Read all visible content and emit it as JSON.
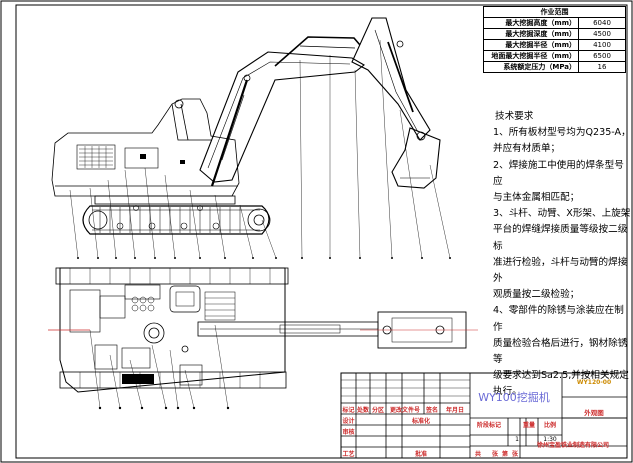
{
  "spec_table": {
    "title": "作业范围",
    "rows": [
      {
        "name": "最大挖掘高度（mm）",
        "value": "6040"
      },
      {
        "name": "最大挖掘深度（mm）",
        "value": "4500"
      },
      {
        "name": "最大挖掘半径（mm）",
        "value": "4100"
      },
      {
        "name": "地面最大挖掘半径（mm）",
        "value": "6500"
      },
      {
        "name": "系统额定压力（MPa）",
        "value": "16"
      }
    ]
  },
  "technical_requirements": {
    "title": "技术要求",
    "lines": [
      "1、所有板材型号均为Q235-A，",
      "并应有材质单；",
      "2、焊接施工中使用的焊条型号应",
      "与主体金属相匹配；",
      "3、斗杆、动臂、X形架、上旋架",
      "平台的焊缝焊接质量等级按二级标",
      "准进行检验，斗杆与动臂的焊接外",
      "观质量按二级检验；",
      "4、零部件的除锈与涂装应在制作",
      "质量检验合格后进行，钢材除锈等",
      "级要求达到Sa2.5,并按相关规定",
      "执行。"
    ]
  },
  "title_block": {
    "product_name": "WY100挖掘机",
    "drawing_number": "WY120-00",
    "drawing_name": "外观图",
    "company": "徐州宝盈铁业制造有限公司",
    "scale": "1:30",
    "quantity": "1",
    "headers": {
      "mark": "标记",
      "count": "处数",
      "zone": "分区",
      "change_doc": "更改文件号",
      "signature": "签名",
      "date": "年月日",
      "design": "设计",
      "standardization": "标准化",
      "review": "审核",
      "process": "工艺",
      "approve": "批准",
      "stage_mark": "阶段标记",
      "weight": "重量",
      "ratio": "比例",
      "sheets_total": "共",
      "sheet_word": "张",
      "sheet_no": "第"
    }
  }
}
